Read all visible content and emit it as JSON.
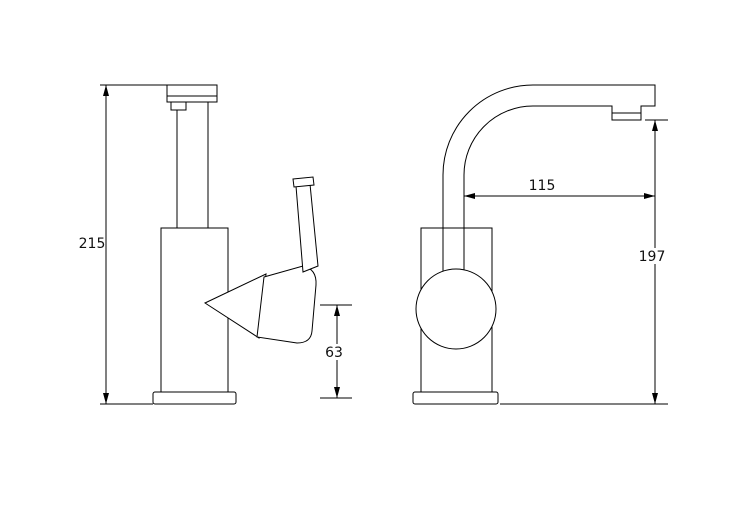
{
  "page": {
    "background_color": "#ffffff",
    "line_color": "#000000",
    "description": "Technical dimension drawing of a single-lever basin mixer tap, side view and front view"
  },
  "drawing": {
    "labels": {
      "overall_height": "215",
      "handle_height": "63",
      "spout_reach": "115",
      "spout_height": "197"
    }
  }
}
